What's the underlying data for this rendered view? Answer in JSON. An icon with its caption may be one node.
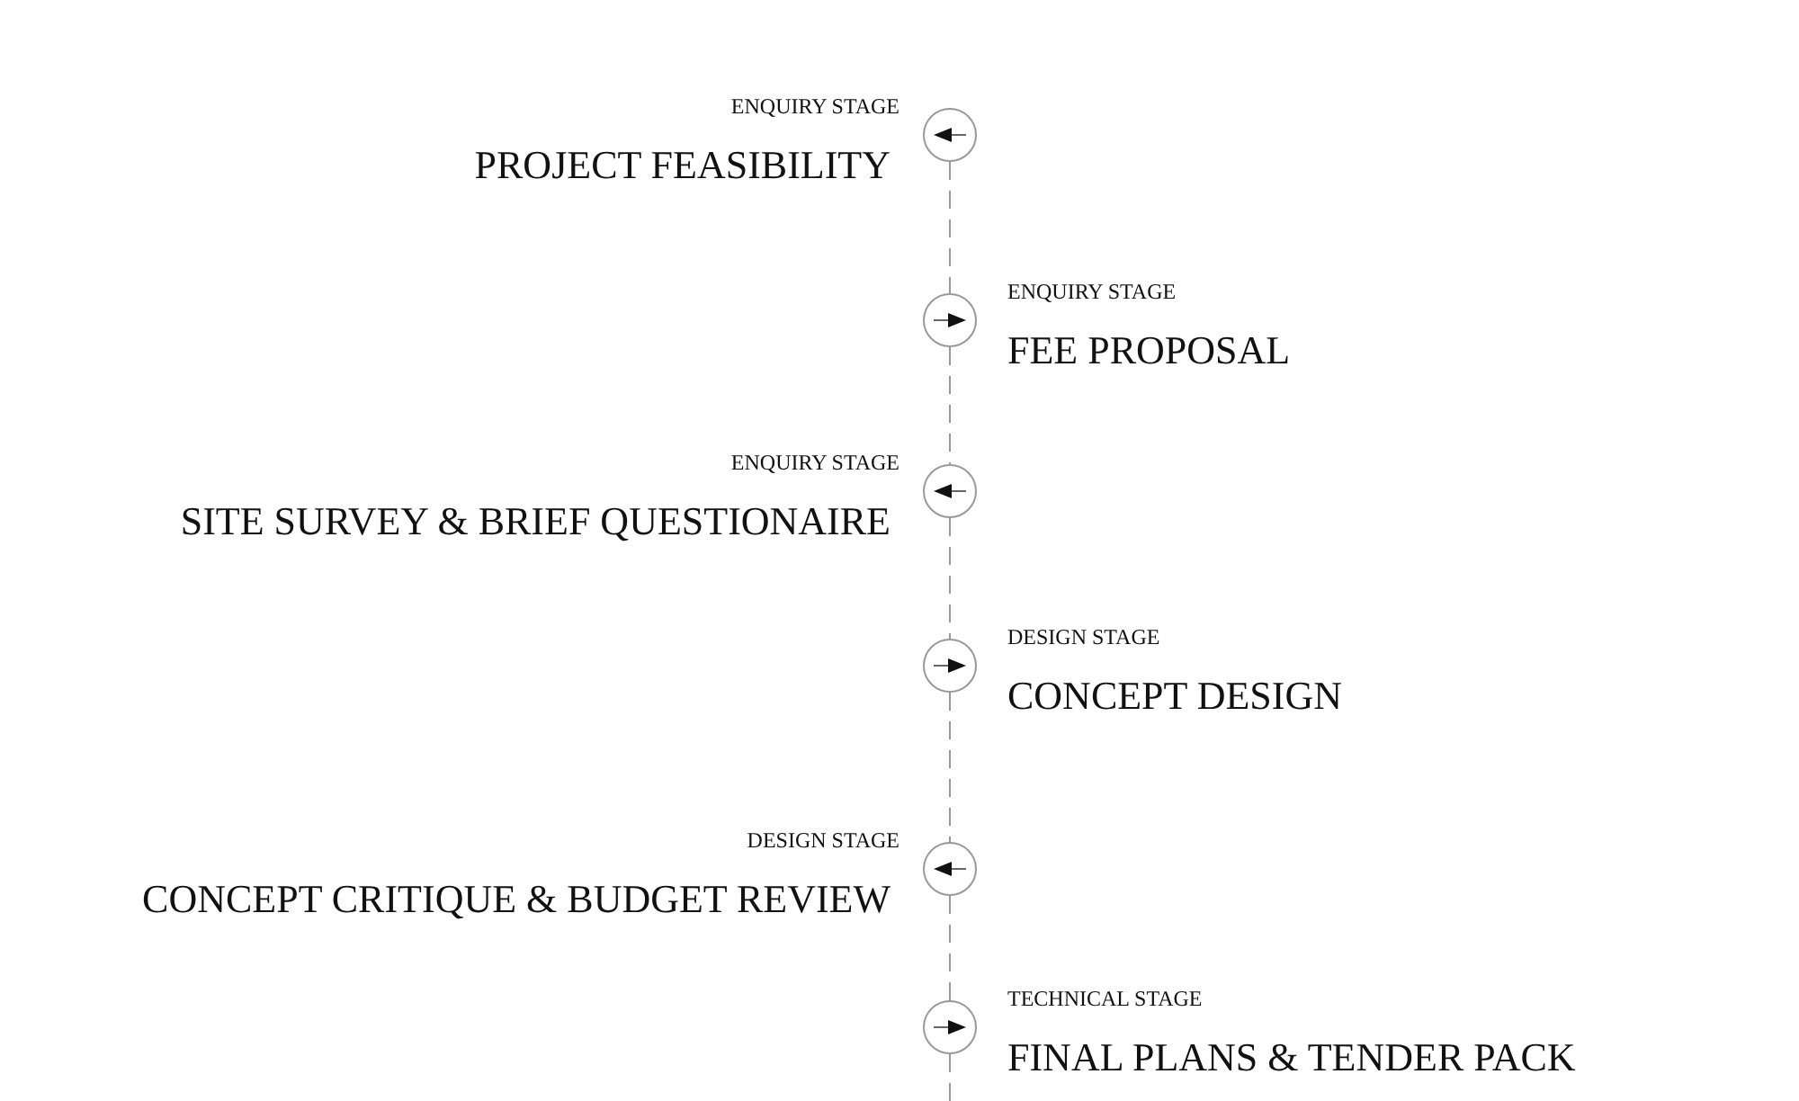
{
  "diagram": {
    "nodes": [
      {
        "text": [],
        "shape": "circle",
        "beside": [
          "ENQUIRY STAGE",
          "PROJECT FEASIBILITY"
        ]
      },
      {
        "text": [],
        "shape": "circle",
        "beside": [
          "ENQUIRY STAGE",
          "FEE PROPOSAL"
        ]
      },
      {
        "text": [],
        "shape": "circle",
        "beside": [
          "ENQUIRY STAGE",
          "SITE SURVEY & BRIEF QUESTIONAIRE"
        ]
      },
      {
        "text": [],
        "shape": "circle",
        "beside": [
          "DESIGN STAGE",
          "CONCEPT DESIGN"
        ]
      },
      {
        "text": [],
        "shape": "circle",
        "beside": [
          "DESIGN STAGE",
          "CONCEPT CRITIQUE & BUDGET REVIEW"
        ]
      },
      {
        "text": [],
        "shape": "circle",
        "beside": [
          "TECHNICAL STAGE",
          "FINAL PLANS & TENDER PACK"
        ]
      }
    ],
    "edges": [
      {
        "from": 0,
        "to": 1,
        "arrow": "none",
        "style": "dashed"
      },
      {
        "from": 1,
        "to": 2,
        "arrow": "none",
        "style": "dashed"
      },
      {
        "from": 2,
        "to": 3,
        "arrow": "none",
        "style": "dashed"
      },
      {
        "from": 3,
        "to": 4,
        "arrow": "none",
        "style": "dashed"
      },
      {
        "from": 4,
        "to": 5,
        "arrow": "none",
        "style": "dashed"
      },
      {
        "from": 5,
        "to": null,
        "arrow": "none",
        "style": "dashed"
      }
    ]
  }
}
